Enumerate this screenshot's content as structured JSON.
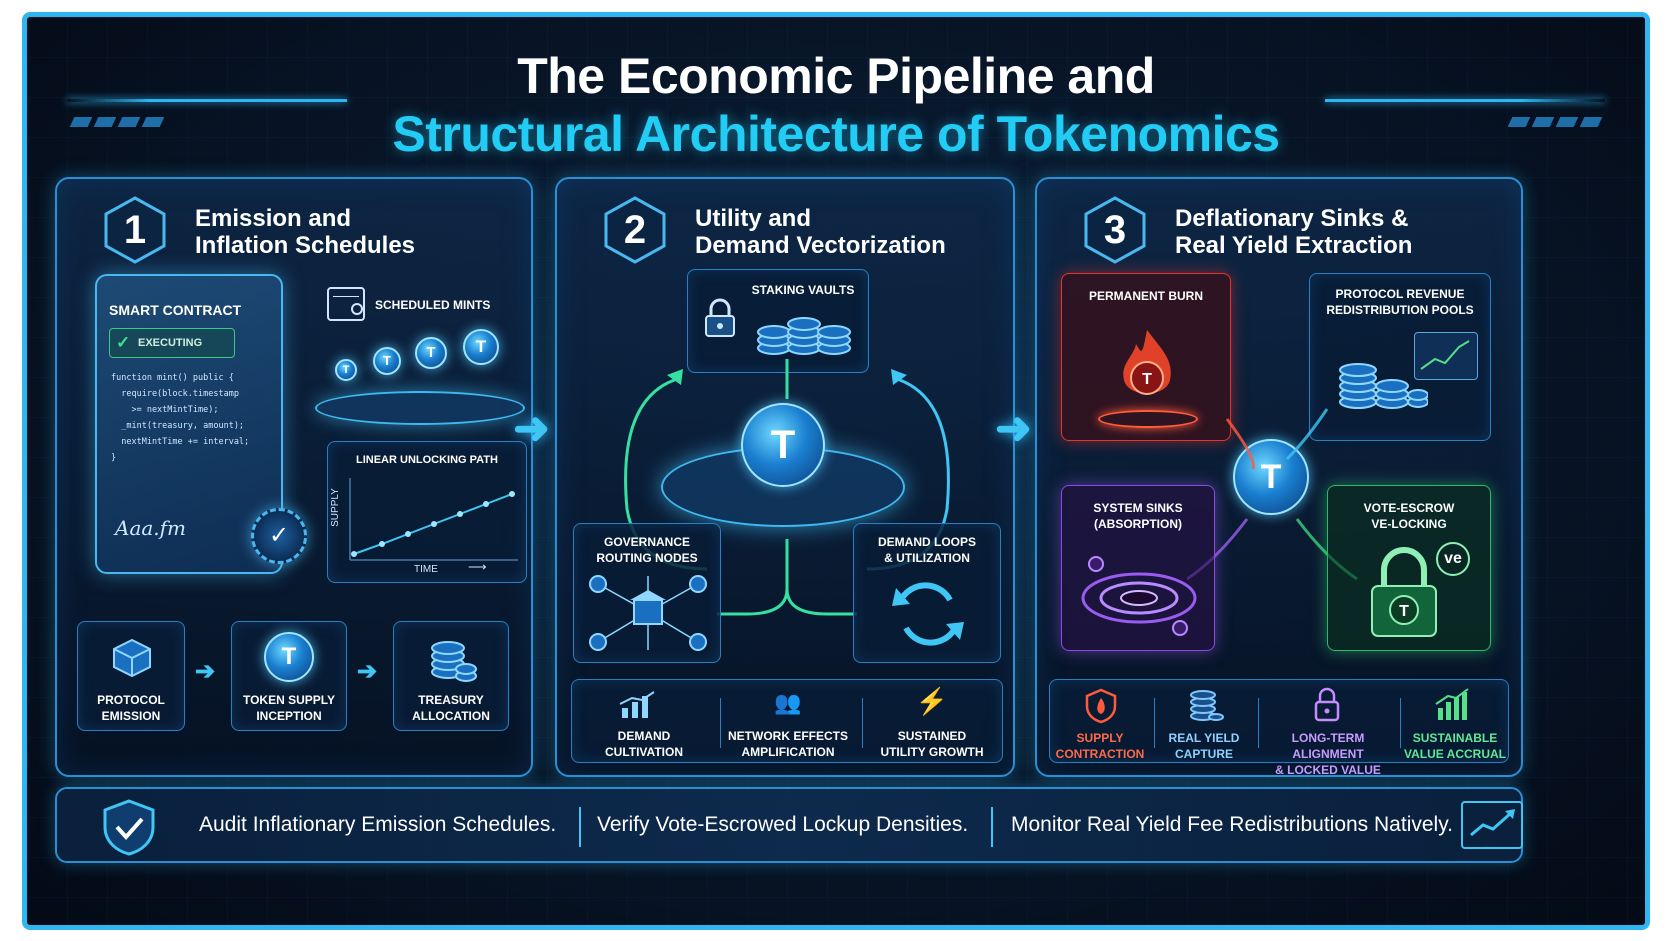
{
  "title": {
    "line1": "The Economic Pipeline and",
    "line2": "Structural Architecture of Tokenomics"
  },
  "colors": {
    "accent": "#2fb6f0",
    "title_cyan": "#22cdf5",
    "burn_red": "#e8342a",
    "sink_purple": "#9a5cf0",
    "ve_green": "#38d27a"
  },
  "panel1": {
    "number": "1",
    "title_line1": "Emission and",
    "title_line2": "Inflation Schedules",
    "contract_title": "SMART CONTRACT",
    "executing": "EXECUTING",
    "code": "function mint() public {\n  require(block.timestamp\n    >= nextMintTime);\n  _mint(treasury, amount);\n  nextMintTime += interval;\n}",
    "signature": "Aaa.fm",
    "scheduled_mints": "SCHEDULED MINTS",
    "chart": {
      "title": "LINEAR UNLOCKING PATH",
      "ylabel": "SUPPLY",
      "xlabel": "TIME"
    },
    "steps": [
      {
        "label1": "PROTOCOL",
        "label2": "EMISSION",
        "icon": "cube-icon"
      },
      {
        "label1": "TOKEN SUPPLY",
        "label2": "INCEPTION",
        "icon": "token-icon"
      },
      {
        "label1": "TREASURY",
        "label2": "ALLOCATION",
        "icon": "coin-stack-icon"
      }
    ]
  },
  "panel2": {
    "number": "2",
    "title_line1": "Utility and",
    "title_line2": "Demand Vectorization",
    "staking_vaults": "STAKING VAULTS",
    "governance": {
      "line1": "GOVERNANCE",
      "line2": "ROUTING NODES"
    },
    "demand_loops": {
      "line1": "DEMAND LOOPS",
      "line2": "& UTILIZATION"
    },
    "footer": [
      {
        "line1": "DEMAND",
        "line2": "CULTIVATION",
        "icon": "bar-chart-icon"
      },
      {
        "line1": "NETWORK EFFECTS",
        "line2": "AMPLIFICATION",
        "icon": "people-icon"
      },
      {
        "line1": "SUSTAINED",
        "line2": "UTILITY GROWTH",
        "icon": "lightning-icon"
      }
    ]
  },
  "panel3": {
    "number": "3",
    "title_line1": "Deflationary Sinks &",
    "title_line2": "Real Yield Extraction",
    "burn": "PERMANENT BURN",
    "revenue": {
      "line1": "PROTOCOL REVENUE",
      "line2": "REDISTRIBUTION POOLS"
    },
    "sinks": {
      "line1": "SYSTEM SINKS",
      "line2": "(ABSORPTION)"
    },
    "ve": {
      "line1": "VOTE-ESCROW",
      "line2": "VE-LOCKING",
      "badge": "ve"
    },
    "footer": [
      {
        "line1": "SUPPLY",
        "line2": "CONTRACTION",
        "icon": "shield-flame-icon",
        "color": "#ff5a3c"
      },
      {
        "line1": "REAL YIELD",
        "line2": "CAPTURE",
        "icon": "coin-stack-icon",
        "color": "#7fc8ff"
      },
      {
        "line1": "LONG-TERM ALIGNMENT",
        "line2": "& LOCKED VALUE",
        "icon": "lock-icon",
        "color": "#c58cff"
      },
      {
        "line1": "SUSTAINABLE",
        "line2": "VALUE ACCRUAL",
        "icon": "growth-chart-icon",
        "color": "#56e08a"
      }
    ]
  },
  "banner": {
    "item1": "Audit Inflationary Emission Schedules.",
    "item2": "Verify Vote-Escrowed Lockup Densities.",
    "item3": "Monitor Real Yield Fee Redistributions Natively."
  }
}
